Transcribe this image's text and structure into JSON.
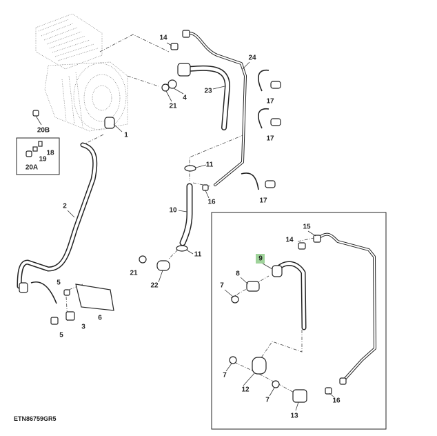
{
  "diagram": {
    "figure_code": "ETN86759GR5",
    "highlight_color": "#9fd39a",
    "callouts": [
      {
        "id": "c14a",
        "text": "14"
      },
      {
        "id": "c24",
        "text": "24"
      },
      {
        "id": "c4",
        "text": "4"
      },
      {
        "id": "c21a",
        "text": "21"
      },
      {
        "id": "c23",
        "text": "23"
      },
      {
        "id": "c17a",
        "text": "17"
      },
      {
        "id": "c17b",
        "text": "17"
      },
      {
        "id": "c1",
        "text": "1"
      },
      {
        "id": "c20b",
        "text": "20B"
      },
      {
        "id": "c18",
        "text": "18"
      },
      {
        "id": "c19",
        "text": "19"
      },
      {
        "id": "c20a",
        "text": "20A"
      },
      {
        "id": "c2",
        "text": "2"
      },
      {
        "id": "c11a",
        "text": "11"
      },
      {
        "id": "c16a",
        "text": "16"
      },
      {
        "id": "c10",
        "text": "10"
      },
      {
        "id": "c17c",
        "text": "17"
      },
      {
        "id": "c15",
        "text": "15"
      },
      {
        "id": "c14b",
        "text": "14"
      },
      {
        "id": "c9",
        "text": "9",
        "highlighted": true
      },
      {
        "id": "c8",
        "text": "8"
      },
      {
        "id": "c7a",
        "text": "7"
      },
      {
        "id": "c11b",
        "text": "11"
      },
      {
        "id": "c21b",
        "text": "21"
      },
      {
        "id": "c22",
        "text": "22"
      },
      {
        "id": "c5a",
        "text": "5"
      },
      {
        "id": "c6",
        "text": "6"
      },
      {
        "id": "c3",
        "text": "3"
      },
      {
        "id": "c5b",
        "text": "5"
      },
      {
        "id": "c7b",
        "text": "7"
      },
      {
        "id": "c12",
        "text": "12"
      },
      {
        "id": "c7c",
        "text": "7"
      },
      {
        "id": "c16b",
        "text": "16"
      },
      {
        "id": "c13",
        "text": "13"
      }
    ]
  }
}
